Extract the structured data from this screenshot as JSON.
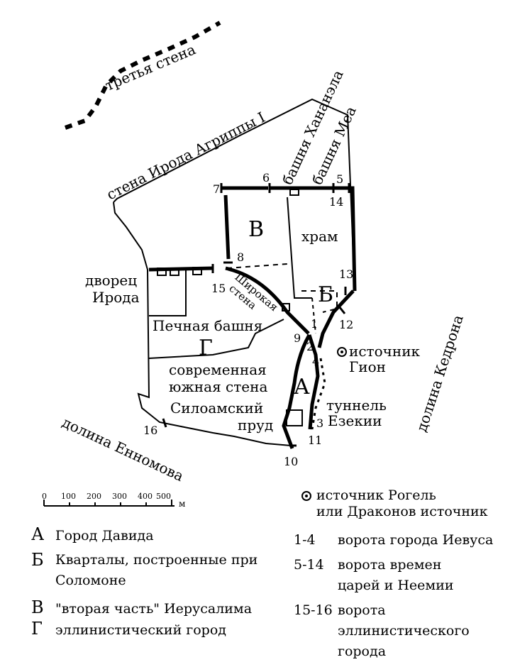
{
  "labels": {
    "third_wall": "третья стена",
    "agrippa_wall": "стена Ирода Агриппы I",
    "hananel_tower": "башня Хананэла",
    "mea_tower": "башня Меа",
    "temple": "храм",
    "herod_palace": "дворец Ирода",
    "broad_wall": "Широкая стена",
    "furnace_tower": "Печная башня",
    "modern_south_wall": "современная южная стена",
    "siloam_pool": "Силоамский пруд",
    "gihon_spring": "источник Гион",
    "hezekiah_tunnel": "туннель Езекии",
    "kidron_valley": "долина Кедрона",
    "hinnom_valley": "долина Енномова",
    "rogel_spring": "источник Рогель или Драконов источник"
  },
  "areas": {
    "A": "А",
    "B": "Б",
    "V": "В",
    "G": "Г"
  },
  "gates": [
    "1",
    "2",
    "3",
    "4",
    "5",
    "6",
    "7",
    "8",
    "9",
    "10",
    "11",
    "12",
    "13",
    "14",
    "15",
    "16"
  ],
  "scale": {
    "ticks": [
      "0",
      "100",
      "200",
      "300",
      "400",
      "500"
    ],
    "unit": "м"
  },
  "legend_left": [
    {
      "key": "А",
      "text": "Город Давида"
    },
    {
      "key": "Б",
      "text": "Кварталы, построенные при Соломоне"
    },
    {
      "key": "В",
      "text": "\"вторая часть\" Иерусалима"
    },
    {
      "key": "Г",
      "text": "эллинистический город"
    }
  ],
  "legend_right": [
    {
      "key": "1-4",
      "text": "ворота города Иевуса"
    },
    {
      "key": "5-14",
      "text": "ворота времен царей и Неемии"
    },
    {
      "key": "15-16",
      "text": "ворота эллинистического города"
    }
  ]
}
